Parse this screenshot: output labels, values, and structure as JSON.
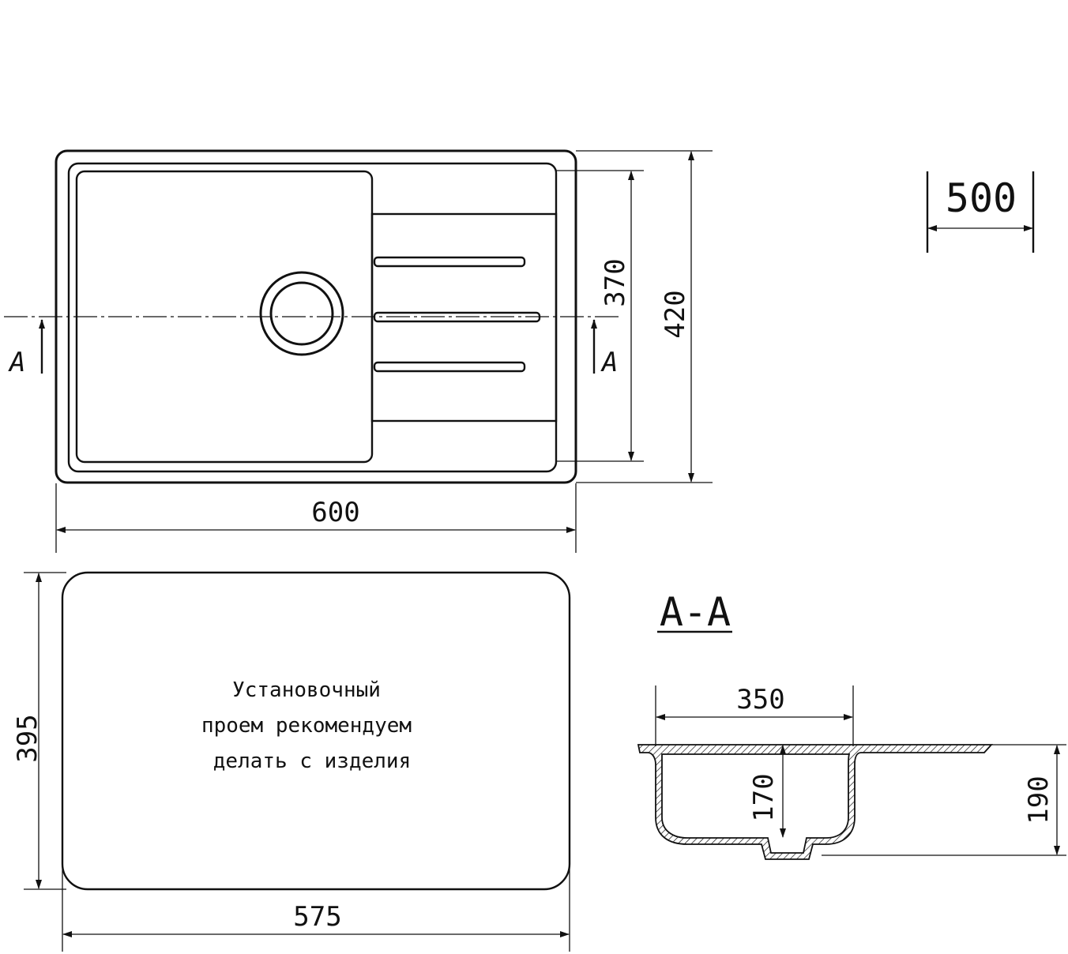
{
  "cabinet": {
    "width": "500"
  },
  "top_view": {
    "width": "600",
    "height": "420",
    "bowl_height": "370",
    "section_mark_left": "A",
    "section_mark_right": "A"
  },
  "cutout": {
    "width": "575",
    "height": "395",
    "note_lines": [
      "Установочный",
      "проем рекомендуем",
      "делать с изделия"
    ]
  },
  "section": {
    "title": "A-A",
    "bowl_width": "350",
    "bowl_depth": "170",
    "total_depth": "190"
  }
}
